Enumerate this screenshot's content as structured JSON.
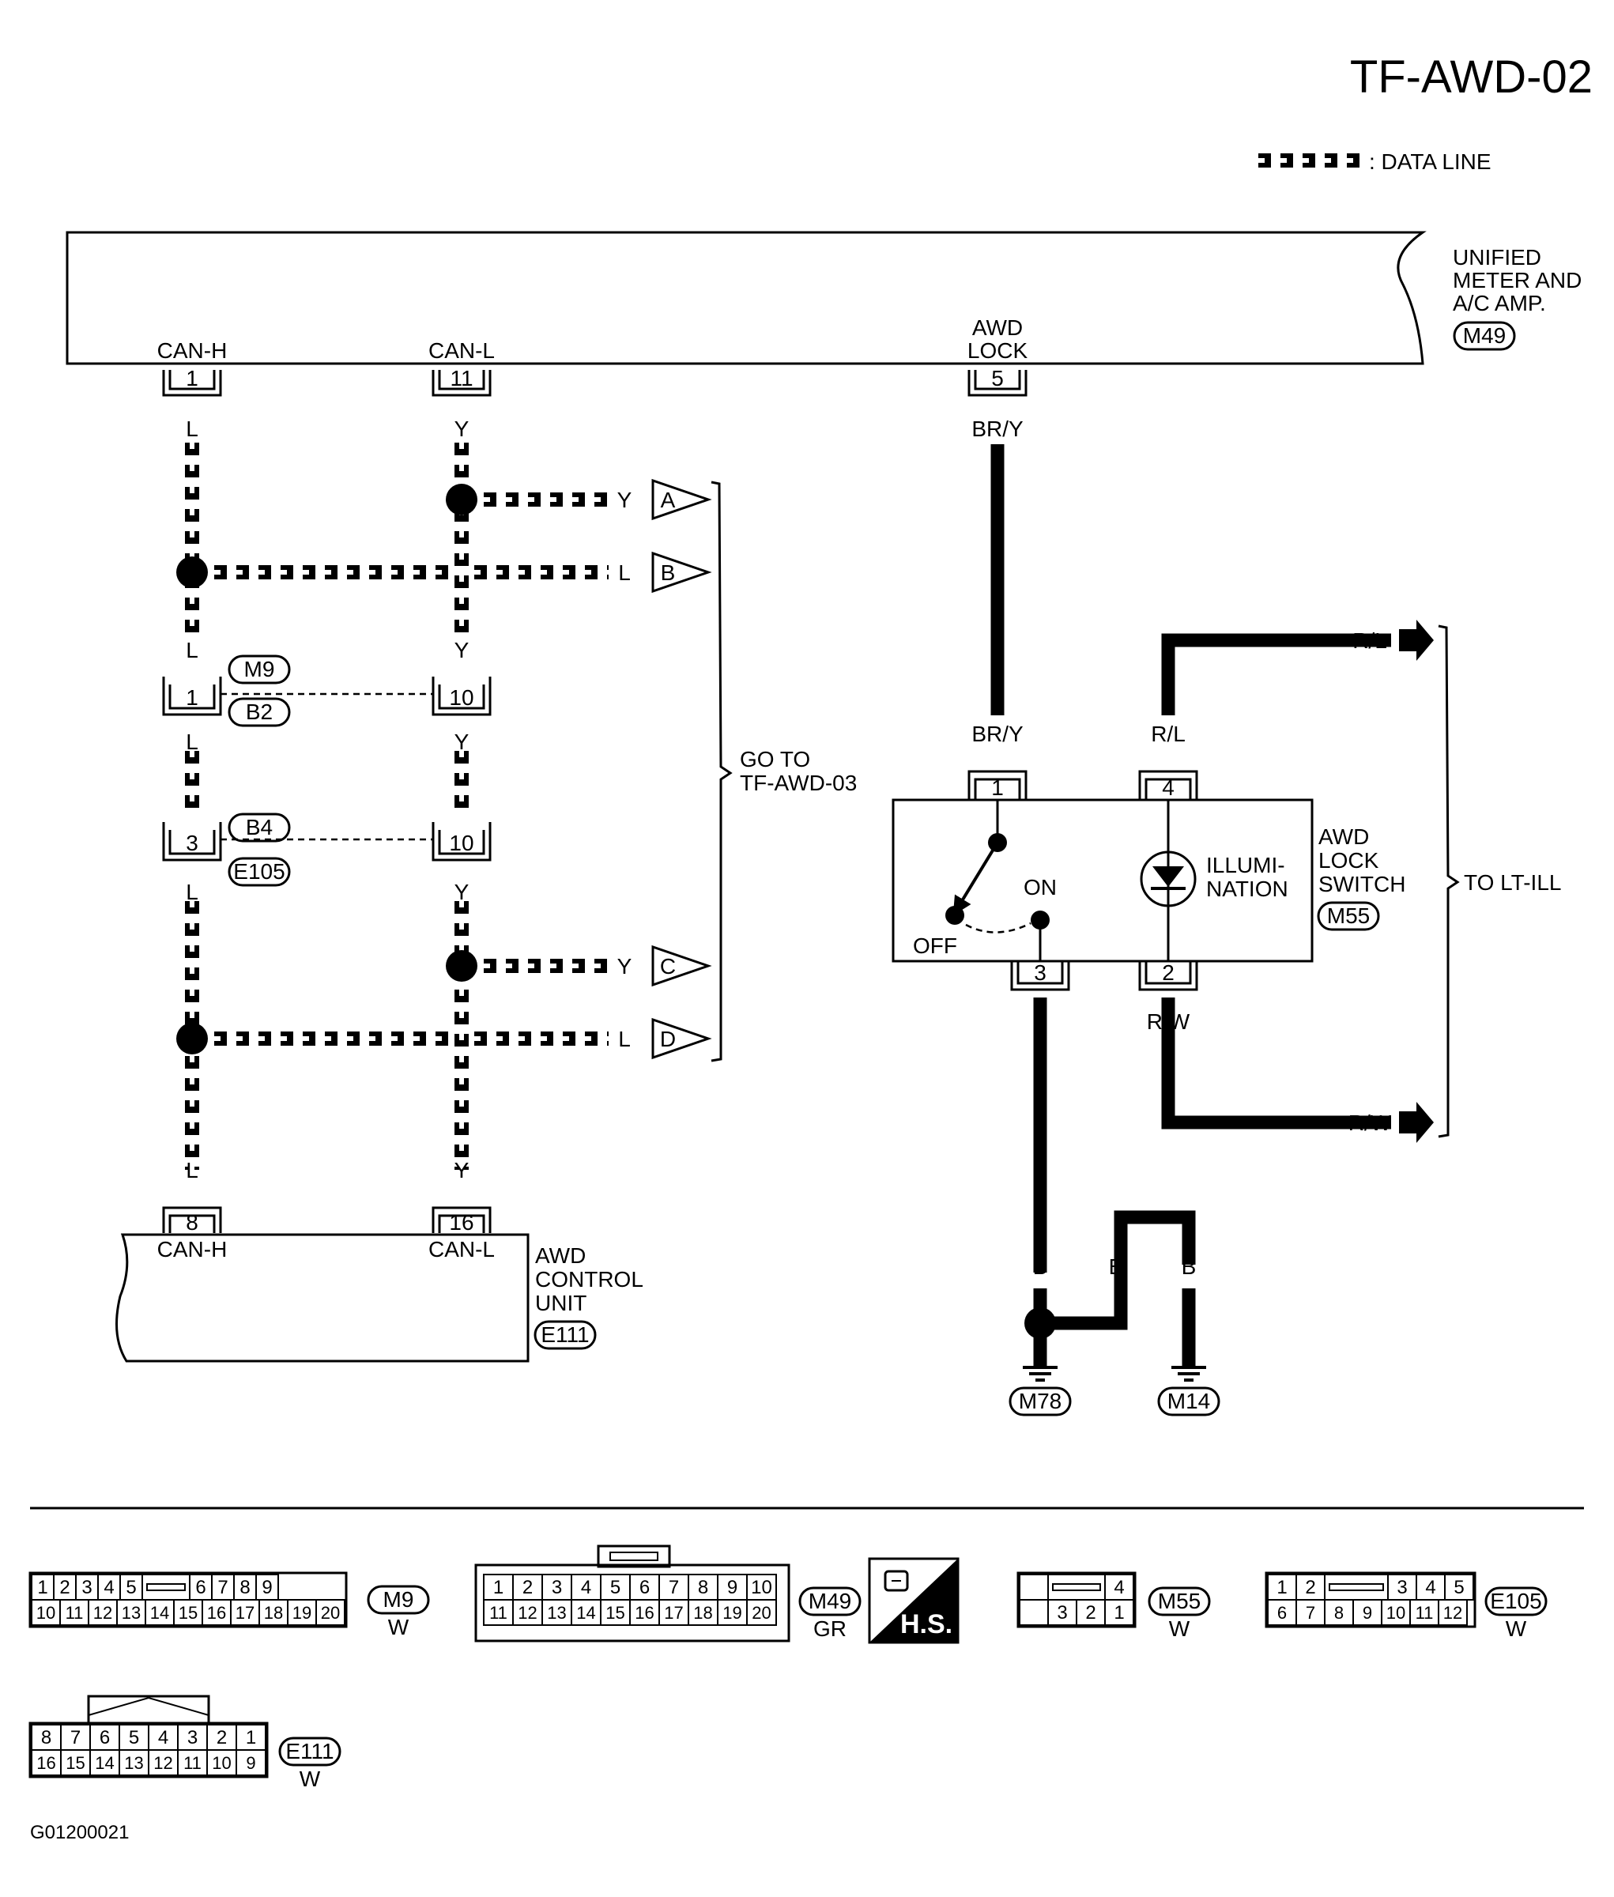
{
  "title": "TF-AWD-02",
  "legend": {
    "label": ": DATA LINE"
  },
  "meter": {
    "name_lines": [
      "UNIFIED",
      "METER AND",
      "A/C AMP."
    ],
    "id": "M49",
    "pins": {
      "can_h": {
        "label": "CAN-H",
        "num": "1"
      },
      "can_l": {
        "label": "CAN-L",
        "num": "11"
      },
      "awd_lock": {
        "label_lines": [
          "AWD",
          "LOCK"
        ],
        "num": "5"
      }
    }
  },
  "wire_colors": {
    "L": "L",
    "Y": "Y",
    "BR_Y": "BR/Y",
    "R_L": "R/L",
    "R_W": "R/W",
    "B": "B"
  },
  "branches": [
    "A",
    "B",
    "C",
    "D"
  ],
  "go_to": [
    "GO TO",
    "TF-AWD-03"
  ],
  "joint1": {
    "upper": "M9",
    "lower": "B2",
    "left_pin": "1",
    "right_pin": "10"
  },
  "joint2": {
    "upper": "B4",
    "lower": "E105",
    "left_pin": "3",
    "right_pin": "10"
  },
  "control_unit": {
    "name_lines": [
      "AWD",
      "CONTROL",
      "UNIT"
    ],
    "id": "E111",
    "pins": {
      "can_h": {
        "label": "CAN-H",
        "num": "8"
      },
      "can_l": {
        "label": "CAN-L",
        "num": "16"
      }
    }
  },
  "switch": {
    "name_lines": [
      "AWD",
      "LOCK",
      "SWITCH"
    ],
    "id": "M55",
    "pins": [
      "1",
      "4",
      "3",
      "2"
    ],
    "off": "OFF",
    "on": "ON",
    "illum_lines": [
      "ILLUMI-",
      "NATION"
    ]
  },
  "to_lt_ill": "TO LT-ILL",
  "grounds": [
    "M78",
    "M14"
  ],
  "connectors": {
    "m9": {
      "id": "M9",
      "color": "W",
      "top": [
        "1",
        "2",
        "3",
        "4",
        "5",
        "6",
        "7",
        "8",
        "9"
      ],
      "bottom": [
        "10",
        "11",
        "12",
        "13",
        "14",
        "15",
        "16",
        "17",
        "18",
        "19",
        "20"
      ]
    },
    "m49": {
      "id": "M49",
      "color": "GR",
      "top": [
        "1",
        "2",
        "3",
        "4",
        "5",
        "6",
        "7",
        "8",
        "9",
        "10"
      ],
      "bottom": [
        "11",
        "12",
        "13",
        "14",
        "15",
        "16",
        "17",
        "18",
        "19",
        "20"
      ]
    },
    "hs": "H.S.",
    "m55": {
      "id": "M55",
      "color": "W",
      "top": [
        "4"
      ],
      "bottom": [
        "3",
        "2",
        "1"
      ]
    },
    "e105": {
      "id": "E105",
      "color": "W",
      "top": [
        "1",
        "2",
        "3",
        "4",
        "5"
      ],
      "bottom": [
        "6",
        "7",
        "8",
        "9",
        "10",
        "11",
        "12"
      ]
    },
    "e111": {
      "id": "E111",
      "color": "W",
      "top": [
        "8",
        "7",
        "6",
        "5",
        "4",
        "3",
        "2",
        "1"
      ],
      "bottom": [
        "16",
        "15",
        "14",
        "13",
        "12",
        "11",
        "10",
        "9"
      ]
    }
  },
  "figure_code": "G01200021"
}
